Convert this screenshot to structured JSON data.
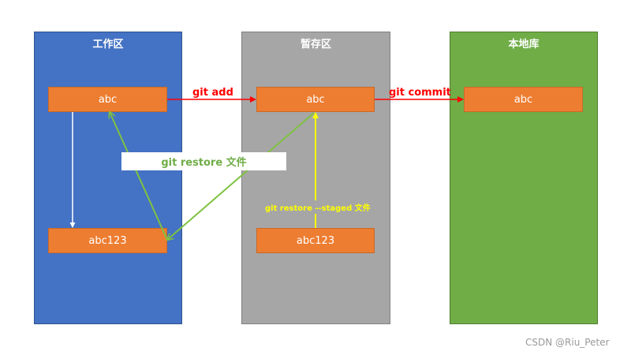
{
  "panels": {
    "working": {
      "title": "工作区",
      "color": "#4472c4"
    },
    "staging": {
      "title": "暂存区",
      "color": "#a6a6a6"
    },
    "repo": {
      "title": "本地库",
      "color": "#70ad47"
    }
  },
  "boxes": {
    "working_top": "abc",
    "working_bottom": "abc123",
    "staging_top": "abc",
    "staging_bottom": "abc123",
    "repo_top": "abc"
  },
  "labels": {
    "git_add": "git add",
    "git_commit": "git commit",
    "git_restore": "git restore 文件",
    "git_restore_staged": "git restore  --staged 文件"
  },
  "colors": {
    "box": "#ed7d31",
    "red_arrow": "#ff0000",
    "green_arrow": "#7fc241",
    "yellow_arrow": "#ffff00",
    "white_arrow": "#ffffff"
  },
  "watermark": "CSDN @Riu_Peter"
}
